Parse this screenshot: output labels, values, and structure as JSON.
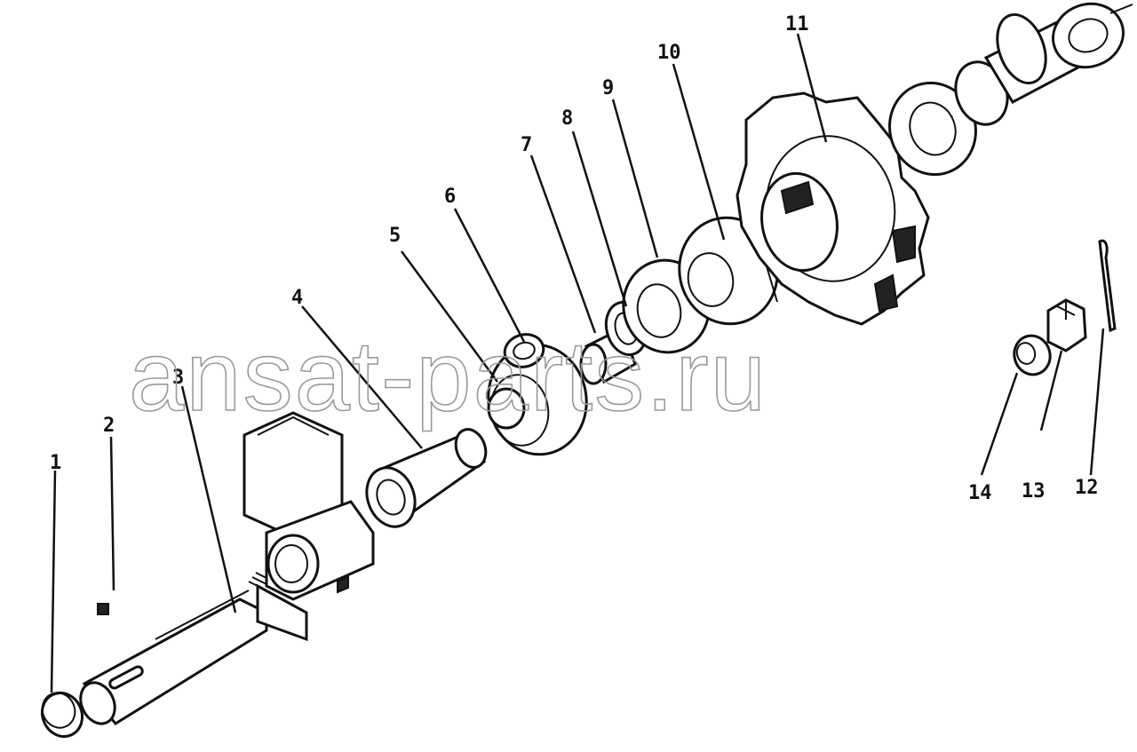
{
  "watermark": "ansat-parts.ru",
  "labels": {
    "p1": "1",
    "p2": "2",
    "p3": "3",
    "p4": "4",
    "p5": "5",
    "p6": "6",
    "p7": "7",
    "p8": "8",
    "p9": "9",
    "p10": "10",
    "p11": "11",
    "p12": "12",
    "p13": "13",
    "p14": "14"
  },
  "colors": {
    "ink": "#111111",
    "paper": "#ffffff",
    "watermark": "#9a9a9a"
  }
}
